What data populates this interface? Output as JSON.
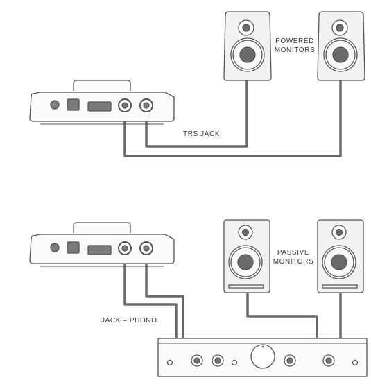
{
  "diagram": {
    "top": {
      "speaker_label_line1": "POWERED",
      "speaker_label_line2": "MONITORS",
      "cable_label": "TRS JACK"
    },
    "bottom": {
      "speaker_label_line1": "PASSIVE",
      "speaker_label_line2": "MONITORS",
      "cable_label": "JACK – PHONO"
    },
    "colors": {
      "outline": "#555555",
      "cable": "#6a6a6a",
      "speaker_face": "#f2f2f2",
      "driver_fill": "#6a6a6a"
    }
  }
}
